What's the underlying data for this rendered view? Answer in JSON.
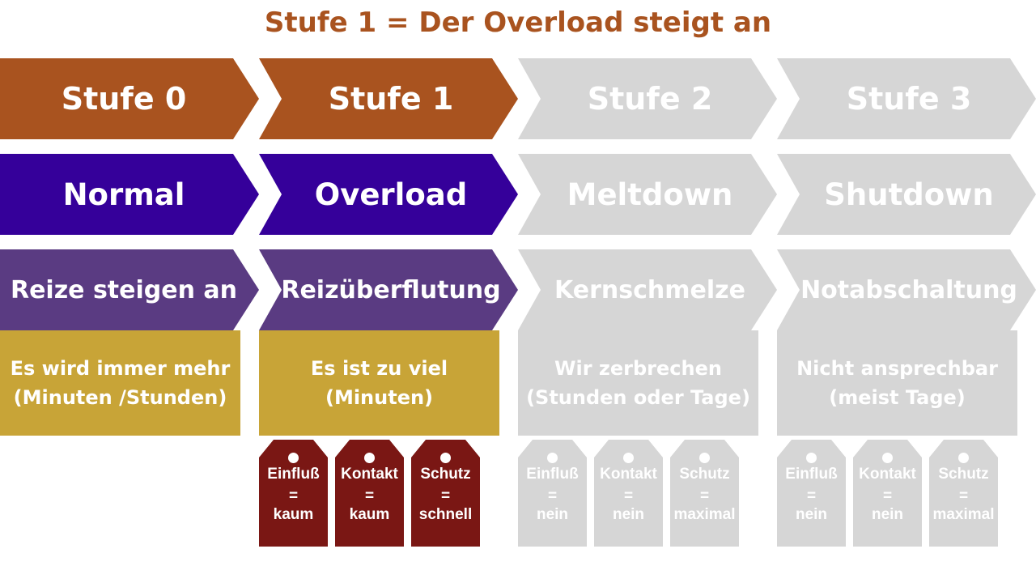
{
  "title": "Stufe 1 = Der Overload steigt an",
  "colors": {
    "row1_active": "#A9531F",
    "row2_active": "#35009A",
    "row3_active": "#5A3B82",
    "desc_active": "#C8A437",
    "tag_active": "#7A1714",
    "inactive": "#D6D6D6",
    "text": "#FFFFFF"
  },
  "stages": [
    {
      "level": "Stufe 0",
      "name": "Normal",
      "subtitle": "Reize steigen an",
      "desc_line1": "Es wird immer mehr",
      "desc_line2": "(Minuten /Stunden)",
      "active": true,
      "tags": []
    },
    {
      "level": "Stufe 1",
      "name": "Overload",
      "subtitle": "Reizüberflutung",
      "desc_line1": "Es ist zu viel",
      "desc_line2": "(Minuten)",
      "active": true,
      "tags": [
        {
          "label": "Einfluß",
          "eq": "=",
          "value": "kaum"
        },
        {
          "label": "Kontakt",
          "eq": "=",
          "value": "kaum"
        },
        {
          "label": "Schutz",
          "eq": "=",
          "value": "schnell"
        }
      ]
    },
    {
      "level": "Stufe 2",
      "name": "Meltdown",
      "subtitle": "Kernschmelze",
      "desc_line1": "Wir zerbrechen",
      "desc_line2": "(Stunden oder Tage)",
      "active": false,
      "tags": [
        {
          "label": "Einfluß",
          "eq": "=",
          "value": "nein"
        },
        {
          "label": "Kontakt",
          "eq": "=",
          "value": "nein"
        },
        {
          "label": "Schutz",
          "eq": "=",
          "value": "maximal"
        }
      ]
    },
    {
      "level": "Stufe 3",
      "name": "Shutdown",
      "subtitle": "Notabschaltung",
      "desc_line1": "Nicht ansprechbar",
      "desc_line2": "(meist Tage)",
      "active": false,
      "tags": [
        {
          "label": "Einfluß",
          "eq": "=",
          "value": "nein"
        },
        {
          "label": "Kontakt",
          "eq": "=",
          "value": "nein"
        },
        {
          "label": "Schutz",
          "eq": "=",
          "value": "maximal"
        }
      ]
    }
  ]
}
